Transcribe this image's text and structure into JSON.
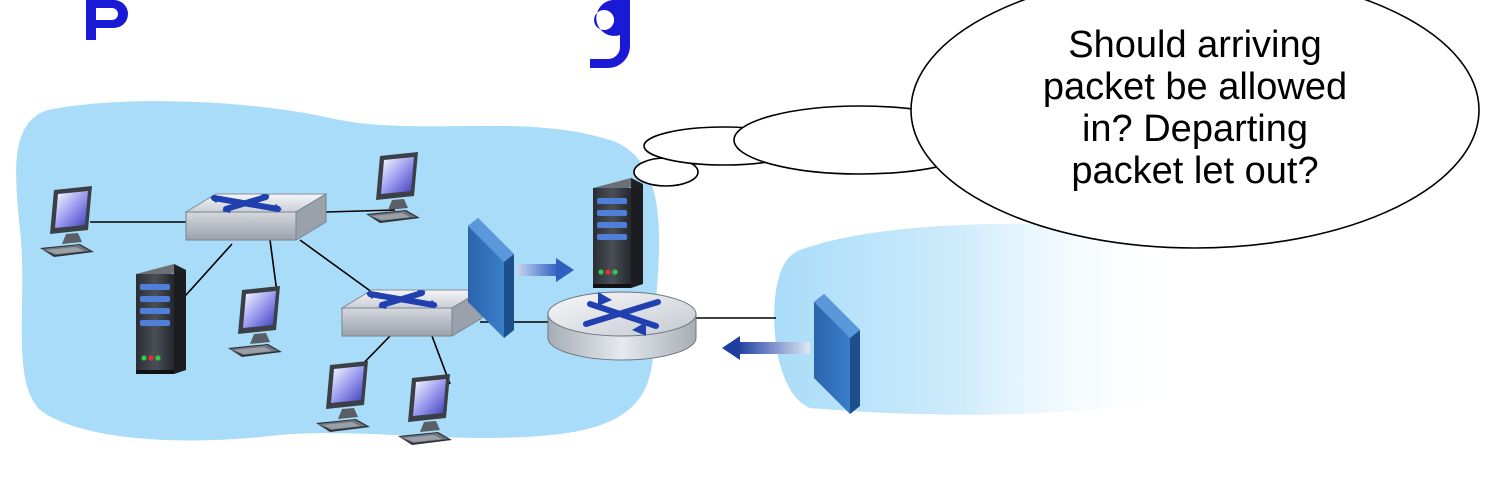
{
  "thought_bubble": {
    "lines": [
      "Should arriving",
      "packet be allowed",
      "in? Departing",
      "packet let out?"
    ]
  },
  "colors": {
    "title_blue": "#1a1ad6",
    "lan_fill": "#a9dcf8",
    "firewall_blue": "#2f73bd",
    "arrow_blue": "#2f5fc0",
    "switch_x": "#2040b0"
  },
  "icons": [
    "desktop-computer-icon",
    "ethernet-switch-icon",
    "server-tower-icon",
    "router-icon",
    "firewall-icon"
  ]
}
